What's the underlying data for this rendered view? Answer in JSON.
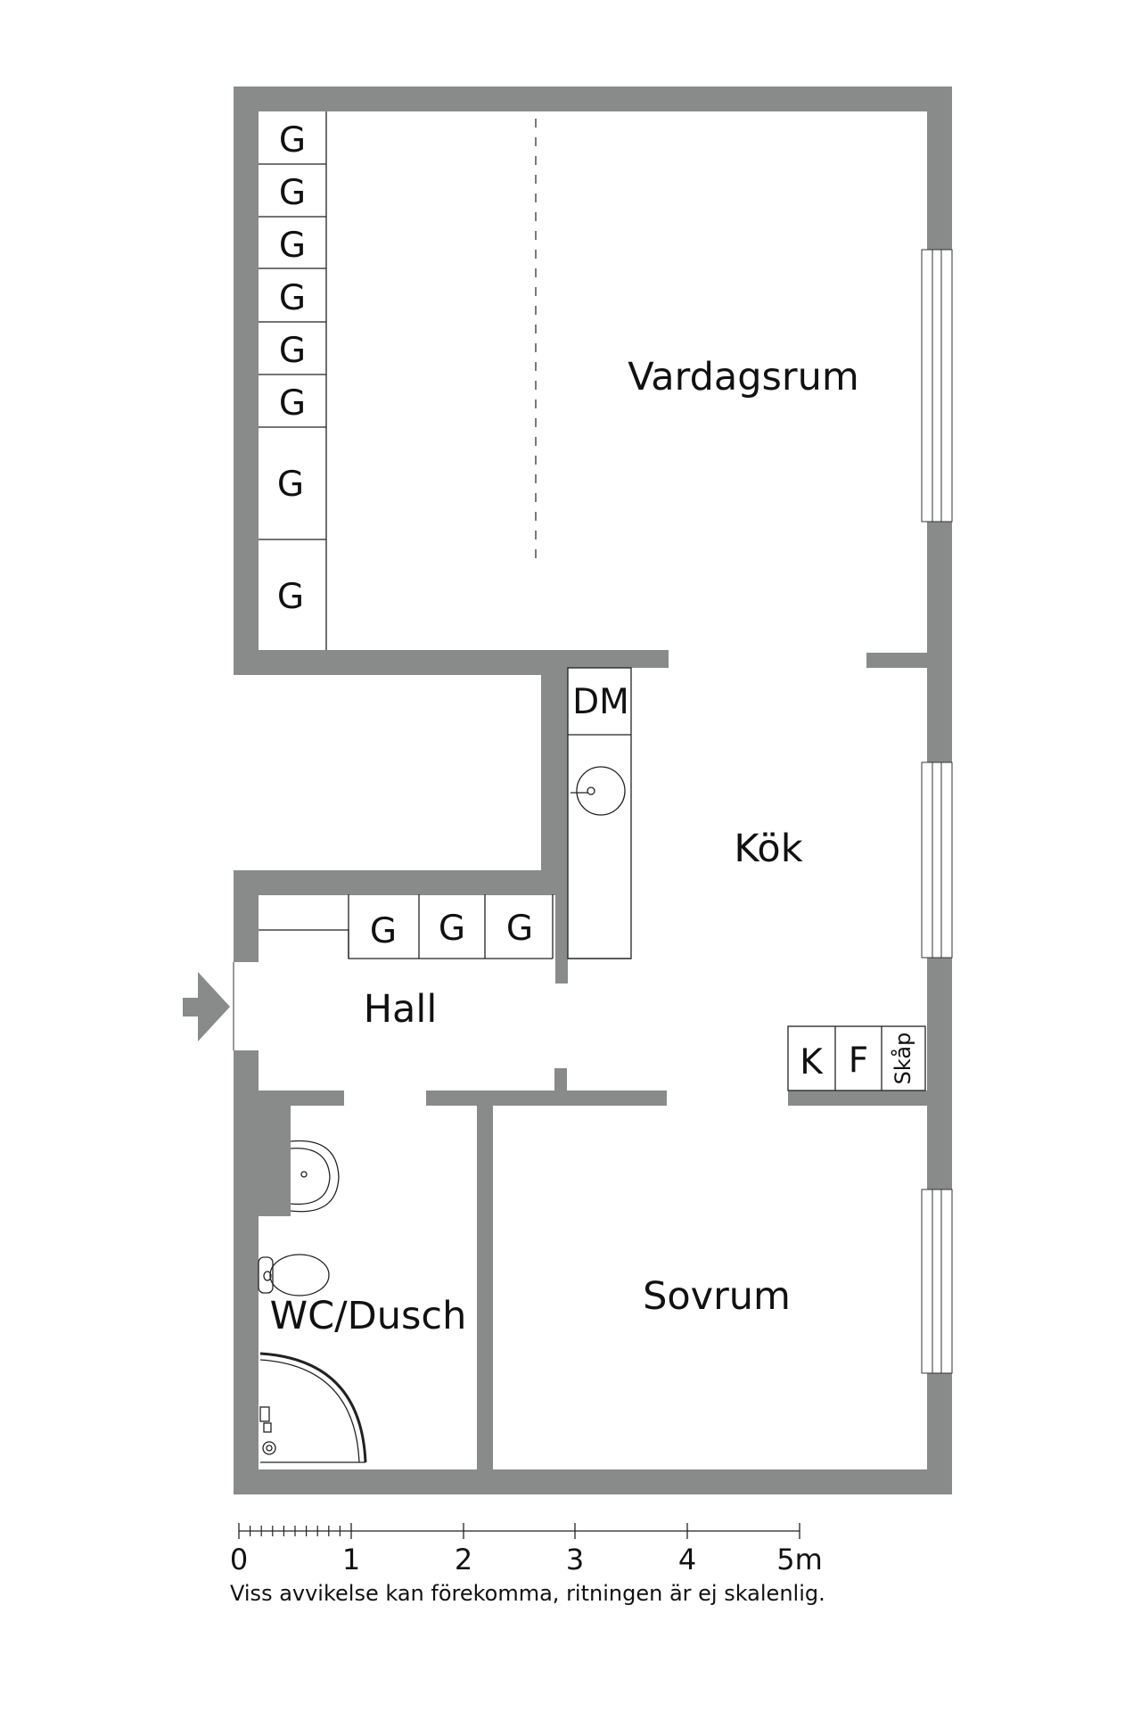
{
  "rooms": {
    "vardagsrum": "Vardagsrum",
    "kok": "Kök",
    "hall": "Hall",
    "wc_dusch": "WC/Dusch",
    "sovrum": "Sovrum"
  },
  "fixtures": {
    "garderob": "G",
    "diskmaskin": "DM",
    "kyl": "K",
    "frys": "F",
    "skap": "Skåp"
  },
  "scale": {
    "ticks": [
      "0",
      "1",
      "2",
      "3",
      "4",
      "5m"
    ]
  },
  "disclaimer": "Viss avvikelse kan förekomma, ritningen är ej skalenlig.",
  "colors": {
    "wall": "#898b8b",
    "line": "#222222",
    "background": "#ffffff"
  },
  "icons": {
    "entrance": "arrow-right-icon",
    "sink": "sink-icon",
    "basin": "washbasin-icon",
    "toilet": "toilet-icon",
    "shower": "shower-icon"
  }
}
